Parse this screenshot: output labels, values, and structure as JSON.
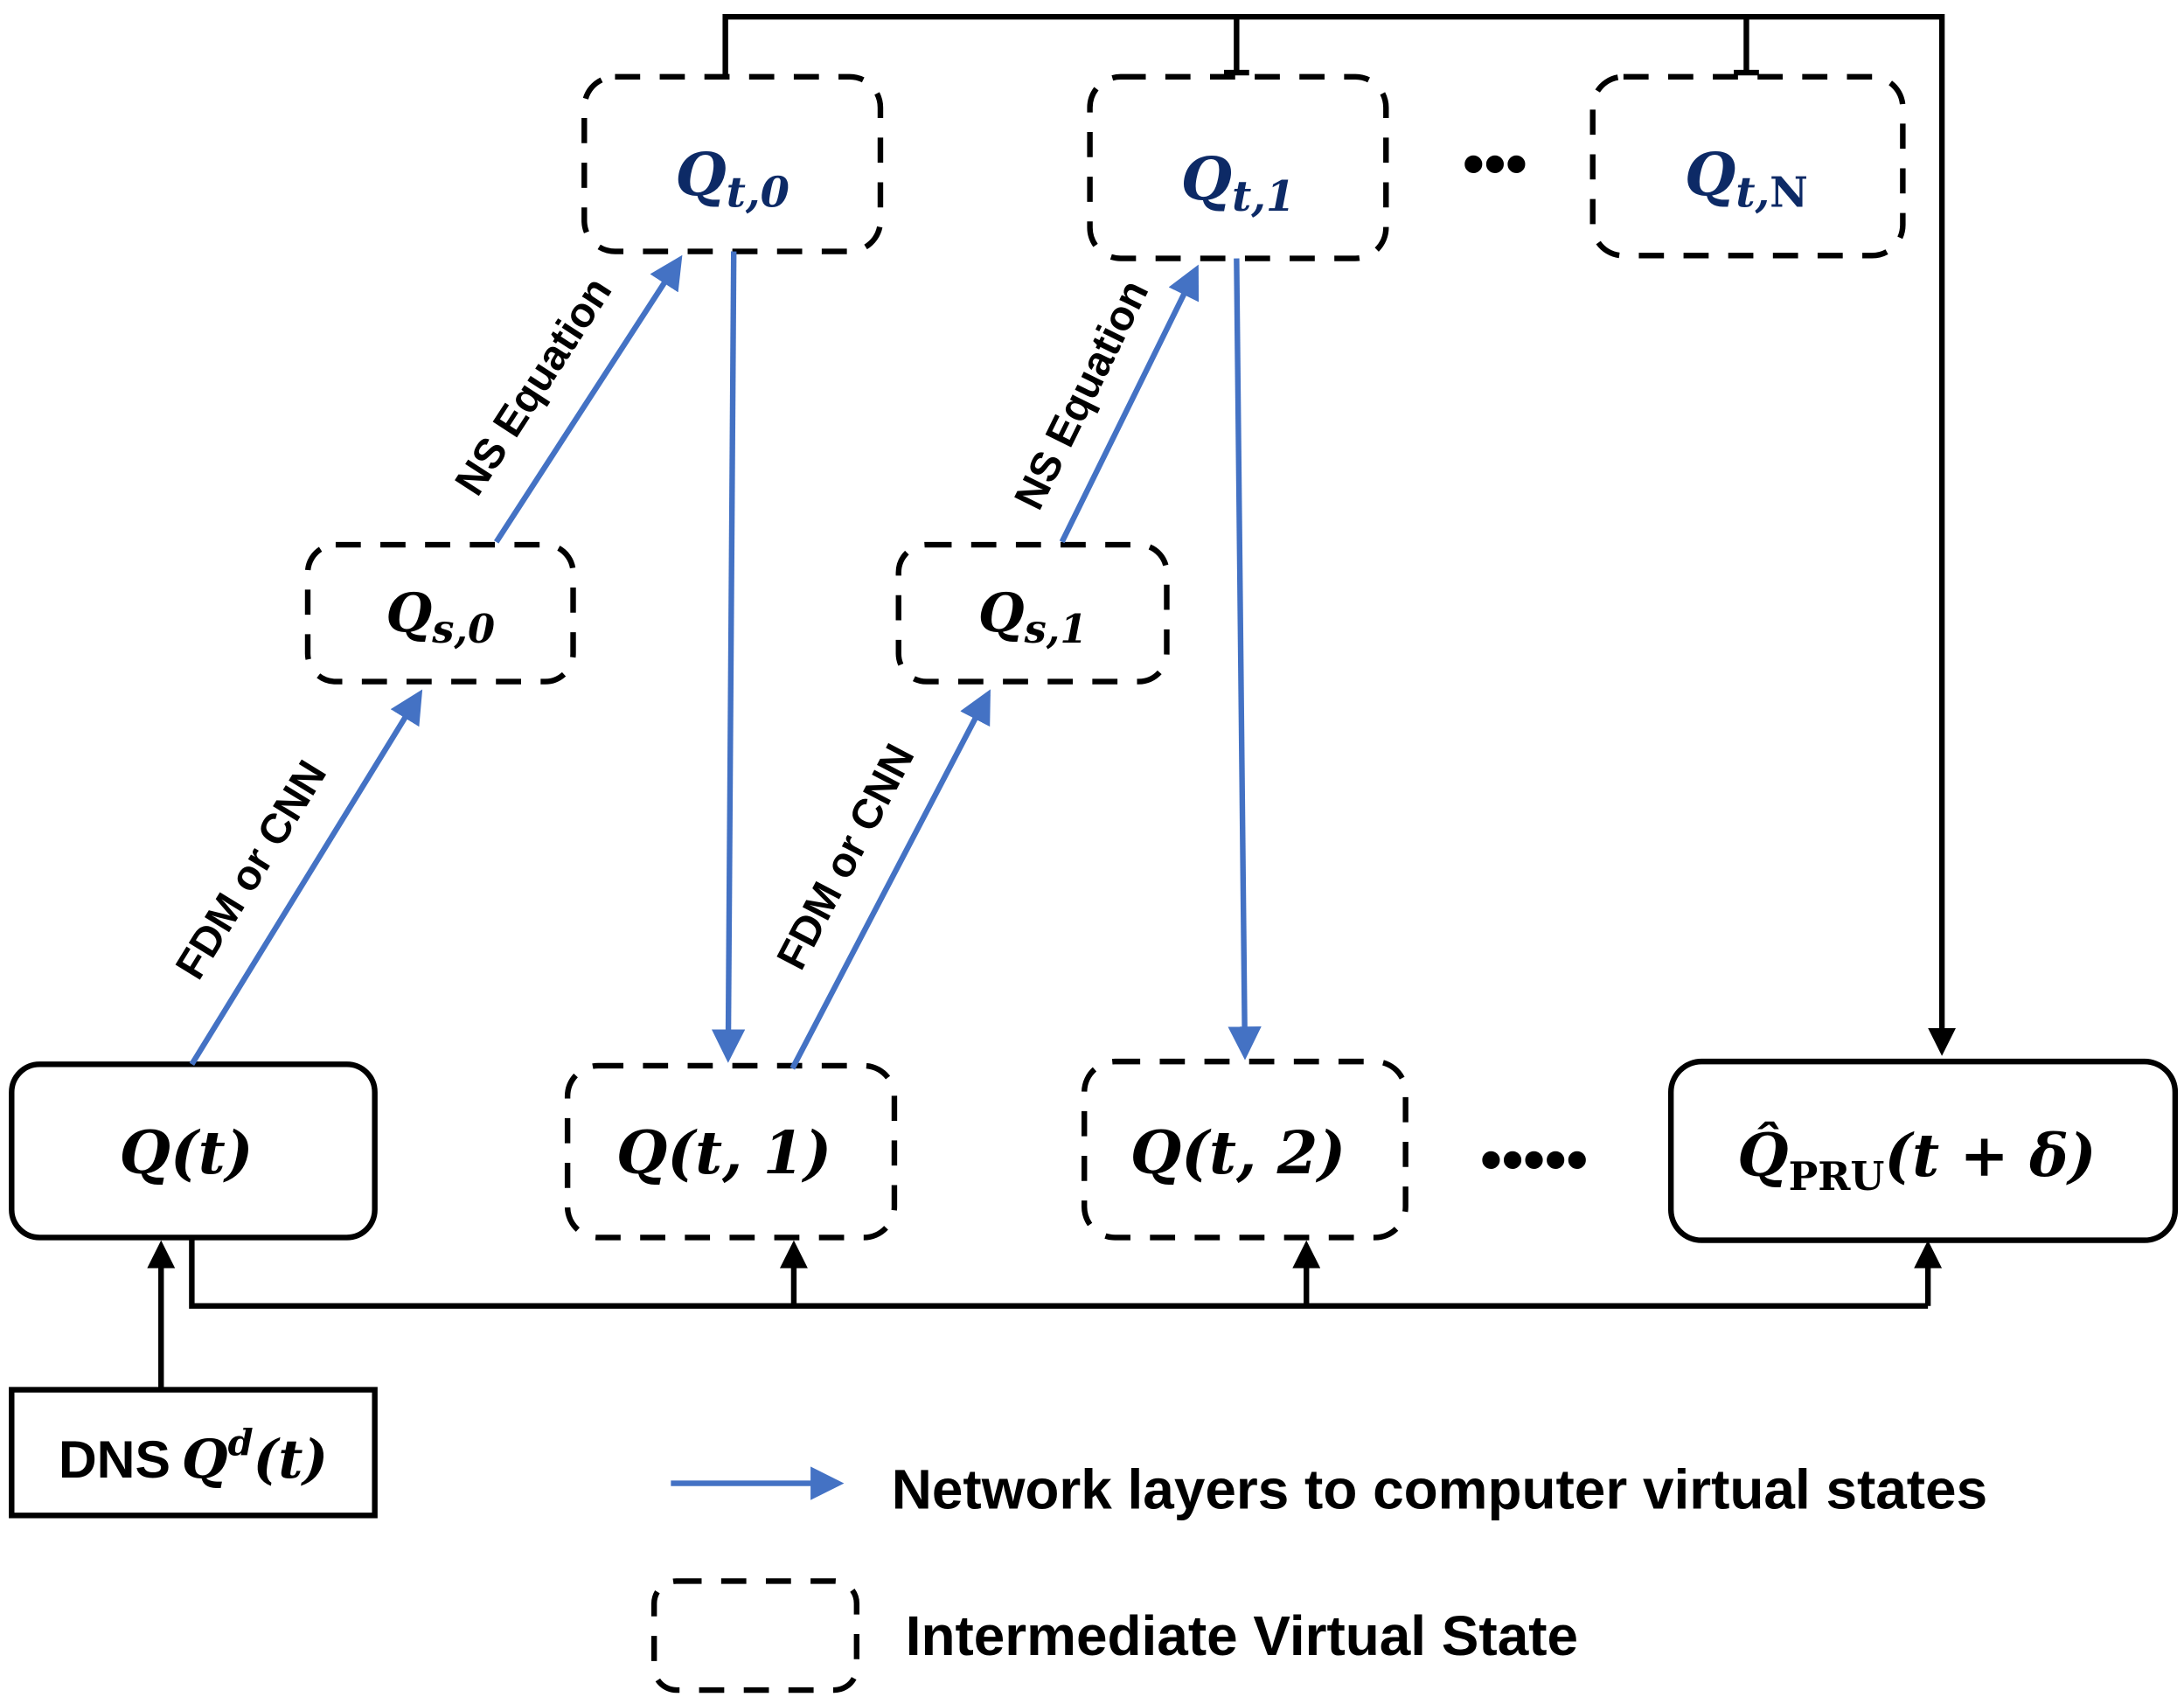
{
  "colors": {
    "arrow_blue": "#4472c4",
    "top_label_blue": "#0d2a66",
    "line": "#000000"
  },
  "nodes": {
    "qt0": {
      "main": "Q",
      "sub": "t,0"
    },
    "qt1": {
      "main": "Q",
      "sub": "t,1"
    },
    "qtn": {
      "main": "Q",
      "sub": "t,",
      "sub2": "N"
    },
    "qs0": {
      "main": "Q",
      "sub": "s,0"
    },
    "qs1": {
      "main": "Q",
      "sub": "s,1"
    },
    "q": {
      "text": "Q(t)"
    },
    "q1": {
      "text": "Q(t, 1)"
    },
    "q2": {
      "text": "Q(t, 2)"
    },
    "qpru": {
      "hat": "Q̂",
      "sub": "PRU",
      "rest": "(t + δ)"
    },
    "dns": {
      "prefix": "DNS",
      "main": "Q",
      "sup": "d",
      "rest": "(t)"
    }
  },
  "edge_labels": {
    "fdm0": "FDM or CNN",
    "ns0": "NS Equation",
    "fdm1": "FDM or CNN",
    "ns1": "NS Equation"
  },
  "ellipsis": {
    "top": "•••",
    "bottom": "•••••"
  },
  "legend": {
    "arrow_label": "Network layers to computer virtual states",
    "dashed_label": "Intermediate Virtual State"
  }
}
